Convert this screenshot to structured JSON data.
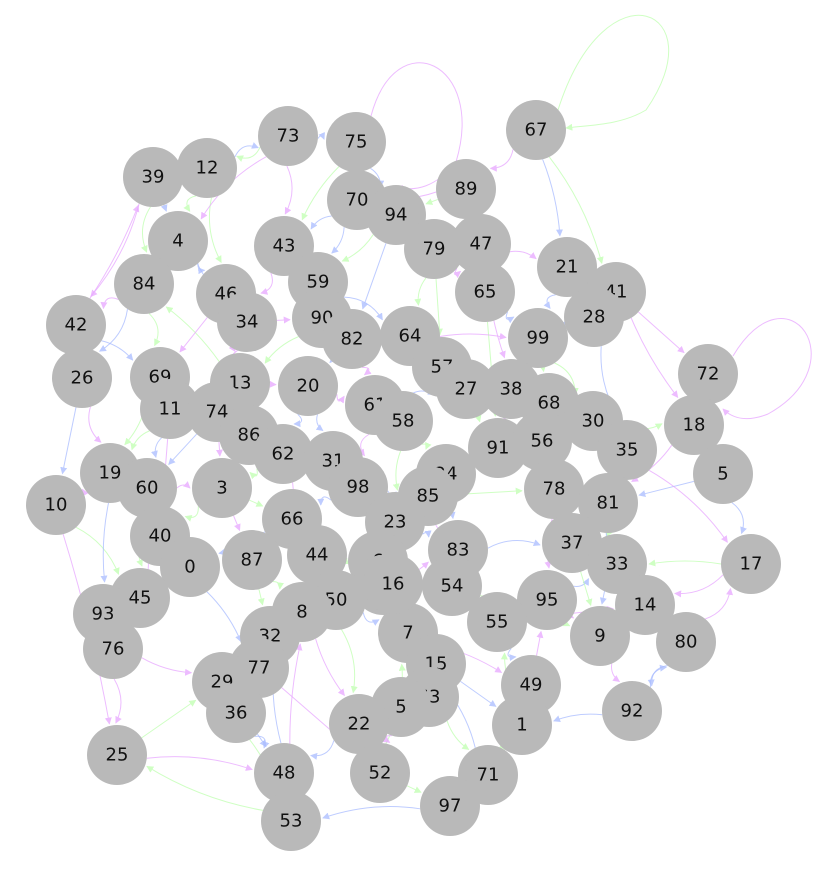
{
  "graph": {
    "node_fill": "#b9b9b9",
    "edge_colors": [
      "#a9bcff",
      "#e7a6ff",
      "#bfffb0"
    ],
    "nodes": [
      {
        "id": "67"
      },
      {
        "id": "73"
      },
      {
        "id": "75"
      },
      {
        "id": "39"
      },
      {
        "id": "12"
      },
      {
        "id": "89"
      },
      {
        "id": "70"
      },
      {
        "id": "94"
      },
      {
        "id": "4"
      },
      {
        "id": "43"
      },
      {
        "id": "47"
      },
      {
        "id": "79"
      },
      {
        "id": "21"
      },
      {
        "id": "84"
      },
      {
        "id": "59"
      },
      {
        "id": "46"
      },
      {
        "id": "65"
      },
      {
        "id": "41"
      },
      {
        "id": "28"
      },
      {
        "id": "42"
      },
      {
        "id": "34"
      },
      {
        "id": "90"
      },
      {
        "id": "82"
      },
      {
        "id": "64"
      },
      {
        "id": "99"
      },
      {
        "id": "72"
      },
      {
        "id": "26"
      },
      {
        "id": "69"
      },
      {
        "id": "13"
      },
      {
        "id": "20"
      },
      {
        "id": "57"
      },
      {
        "id": "27"
      },
      {
        "id": "38"
      },
      {
        "id": "68"
      },
      {
        "id": "11"
      },
      {
        "id": "74"
      },
      {
        "id": "61"
      },
      {
        "id": "58"
      },
      {
        "id": "30"
      },
      {
        "id": "18"
      },
      {
        "id": "86"
      },
      {
        "id": "62"
      },
      {
        "id": "31"
      },
      {
        "id": "91"
      },
      {
        "id": "56"
      },
      {
        "id": "35"
      },
      {
        "id": "19"
      },
      {
        "id": "60"
      },
      {
        "id": "3"
      },
      {
        "id": "98"
      },
      {
        "id": "24"
      },
      {
        "id": "5"
      },
      {
        "id": "85"
      },
      {
        "id": "78"
      },
      {
        "id": "81"
      },
      {
        "id": "10"
      },
      {
        "id": "66"
      },
      {
        "id": "23"
      },
      {
        "id": "40"
      },
      {
        "id": "37"
      },
      {
        "id": "44"
      },
      {
        "id": "87"
      },
      {
        "id": "0"
      },
      {
        "id": "83"
      },
      {
        "id": "6"
      },
      {
        "id": "58b"
      },
      {
        "id": "17"
      },
      {
        "id": "33"
      },
      {
        "id": "45"
      },
      {
        "id": "54"
      },
      {
        "id": "93"
      },
      {
        "id": "50"
      },
      {
        "id": "8"
      },
      {
        "id": "95"
      },
      {
        "id": "14"
      },
      {
        "id": "55"
      },
      {
        "id": "76"
      },
      {
        "id": "32"
      },
      {
        "id": "7"
      },
      {
        "id": "9"
      },
      {
        "id": "80"
      },
      {
        "id": "15"
      },
      {
        "id": "77"
      },
      {
        "id": "29"
      },
      {
        "id": "49"
      },
      {
        "id": "63"
      },
      {
        "id": "36"
      },
      {
        "id": "5b"
      },
      {
        "id": "22"
      },
      {
        "id": "92"
      },
      {
        "id": "1"
      },
      {
        "id": "25"
      },
      {
        "id": "48"
      },
      {
        "id": "52"
      },
      {
        "id": "71"
      },
      {
        "id": "97"
      },
      {
        "id": "53"
      },
      {
        "id": "16"
      }
    ],
    "labels": {
      "67": "67",
      "73": "73",
      "75": "75",
      "39": "39",
      "12": "12",
      "89": "89",
      "70": "70",
      "94": "94",
      "4": "4",
      "43": "43",
      "47": "47",
      "79": "79",
      "21": "21",
      "84": "84",
      "59": "59",
      "46": "46",
      "65": "65",
      "41": "41",
      "28": "28",
      "42": "42",
      "34": "34",
      "90": "90",
      "82": "82",
      "64": "64",
      "99": "99",
      "72": "72",
      "26": "26",
      "69": "69",
      "13": "13",
      "20": "20",
      "57": "57",
      "27": "27",
      "38": "38",
      "68": "68",
      "11": "11",
      "74": "74",
      "61": "61",
      "58": "58",
      "30": "30",
      "18": "18",
      "86": "86",
      "62": "62",
      "31": "31",
      "91": "91",
      "56": "56",
      "35": "35",
      "19": "19",
      "60": "60",
      "3": "3",
      "98": "98",
      "24": "24",
      "5": "5",
      "85": "85",
      "78": "78",
      "81": "81",
      "10": "10",
      "66": "66",
      "23": "23",
      "40": "40",
      "37": "37",
      "44": "44",
      "87": "87",
      "0": "0",
      "83": "83",
      "6": "6",
      "58b": "58",
      "17": "17",
      "33": "33",
      "45": "45",
      "54": "54",
      "93": "93",
      "50": "50",
      "8": "8",
      "95": "95",
      "14": "14",
      "55": "55",
      "76": "76",
      "32": "32",
      "7": "7",
      "9": "9",
      "80": "80",
      "15": "15",
      "77": "77",
      "29": "29",
      "49": "49",
      "63": "63",
      "36": "36",
      "5b": "5",
      "22": "22",
      "92": "92",
      "1": "1",
      "25": "25",
      "48": "48",
      "52": "52",
      "71": "71",
      "97": "97",
      "53": "53",
      "16": "16"
    }
  }
}
